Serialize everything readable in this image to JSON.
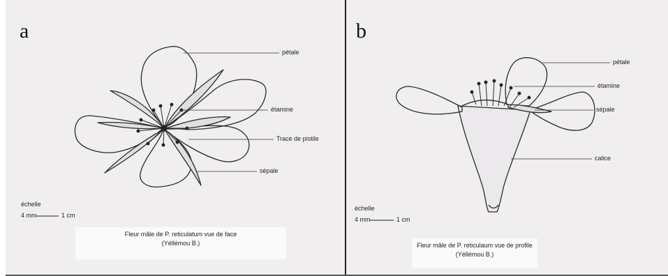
{
  "panel_a": {
    "letter": "a",
    "labels": {
      "petale": "pétale",
      "etamine": "étamine",
      "trace_pistile": "Trace de pistile",
      "sepale": "sépale"
    },
    "scale": {
      "title": "échelle",
      "left": "4 mm",
      "right": "1 cm"
    },
    "caption": {
      "line1": "Fleur mâle de P. reticulatum vue de face",
      "line2": "(Yéllémou B.)"
    }
  },
  "panel_b": {
    "letter": "b",
    "labels": {
      "petale": "pétale",
      "etamine": "étamine",
      "sepale": "sépale",
      "calice": "calice"
    },
    "scale": {
      "title": "échelle",
      "left": "4 mm",
      "right": "1 cm"
    },
    "caption": {
      "line1": "Fleur mâle de P. reticulaum vue de profile",
      "line2": "(Yéllémou B.)"
    }
  }
}
